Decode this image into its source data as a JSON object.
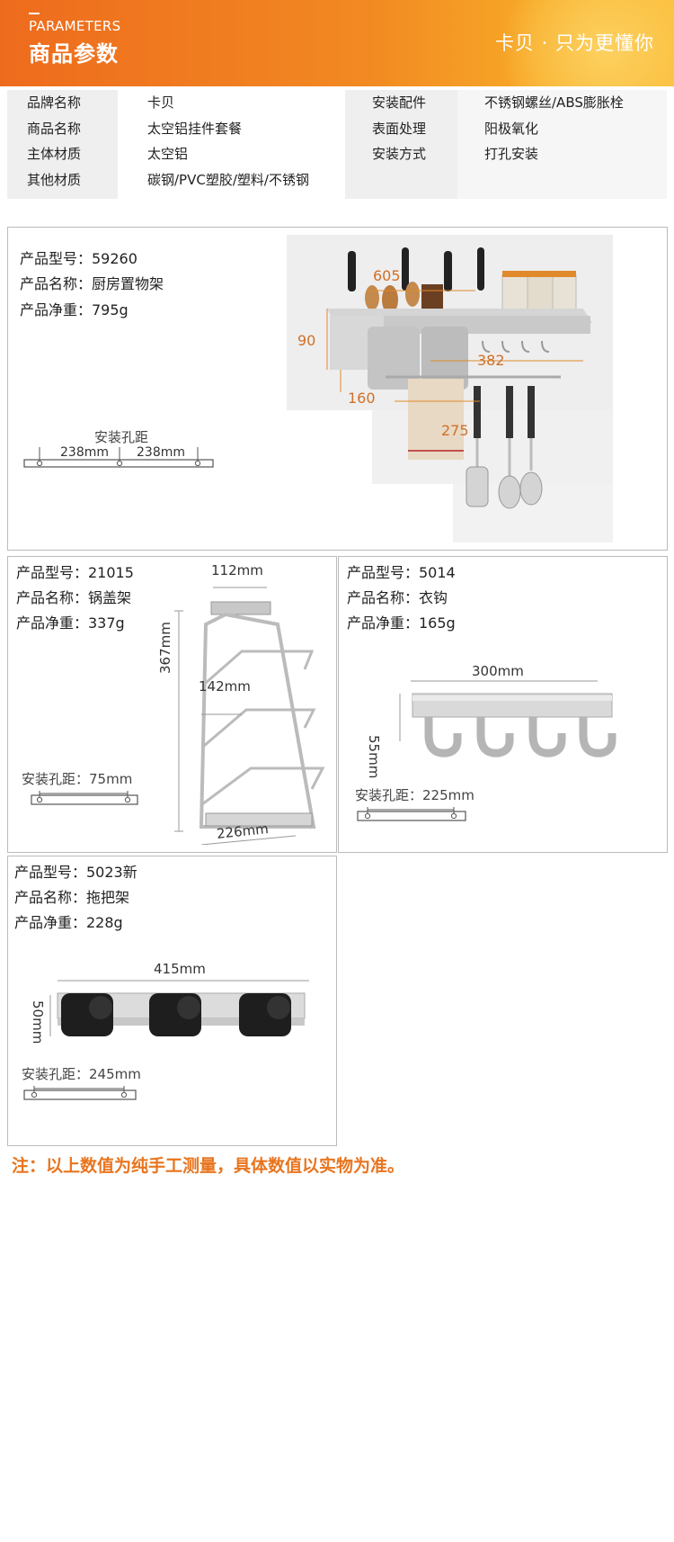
{
  "header": {
    "en_title": "PARAMETERS",
    "zh_title": "商品参数",
    "slogan": "卡贝 · 只为更懂你"
  },
  "params": [
    [
      "品牌名称",
      "卡贝",
      "安装配件",
      "不锈钢螺丝/ABS膨胀栓"
    ],
    [
      "商品名称",
      "太空铝挂件套餐",
      "表面处理",
      "阳极氧化"
    ],
    [
      "主体材质",
      "太空铝",
      "安装方式",
      "打孔安装"
    ],
    [
      "其他材质",
      "碳钢/PVC塑胶/塑料/不锈钢",
      "",
      ""
    ]
  ],
  "products": {
    "rack": {
      "model": "产品型号：59260",
      "name": "产品名称：厨房置物架",
      "weight": "产品净重：795g",
      "hole_label": "安装孔距",
      "hole_a": "238mm",
      "hole_b": "238mm",
      "dim_len": "605",
      "dim_h": "90",
      "dim_w": "382",
      "dim_cup": "160",
      "dim_bar": "275"
    },
    "lid": {
      "model": "产品型号：21015",
      "name": "产品名称：锅盖架",
      "weight": "产品净重：337g",
      "dim_top": "112mm",
      "dim_height": "367mm",
      "dim_mid": "142mm",
      "dim_bottom": "226mm",
      "hole": "安装孔距：75mm"
    },
    "hook": {
      "model": "产品型号：5014",
      "name": "产品名称：衣钩",
      "weight": "产品净重：165g",
      "dim_len": "300mm",
      "dim_h": "55mm",
      "hole": "安装孔距：225mm"
    },
    "mop": {
      "model": "产品型号：5023新",
      "name": "产品名称：拖把架",
      "weight": "产品净重：228g",
      "dim_len": "415mm",
      "dim_h": "50mm",
      "hole": "安装孔距：245mm"
    }
  },
  "note": "注：以上数值为纯手工测量，具体数值以实物为准。",
  "colors": {
    "accent": "#ee6b1d",
    "note": "#e8751f",
    "border": "#bbbbbb"
  }
}
